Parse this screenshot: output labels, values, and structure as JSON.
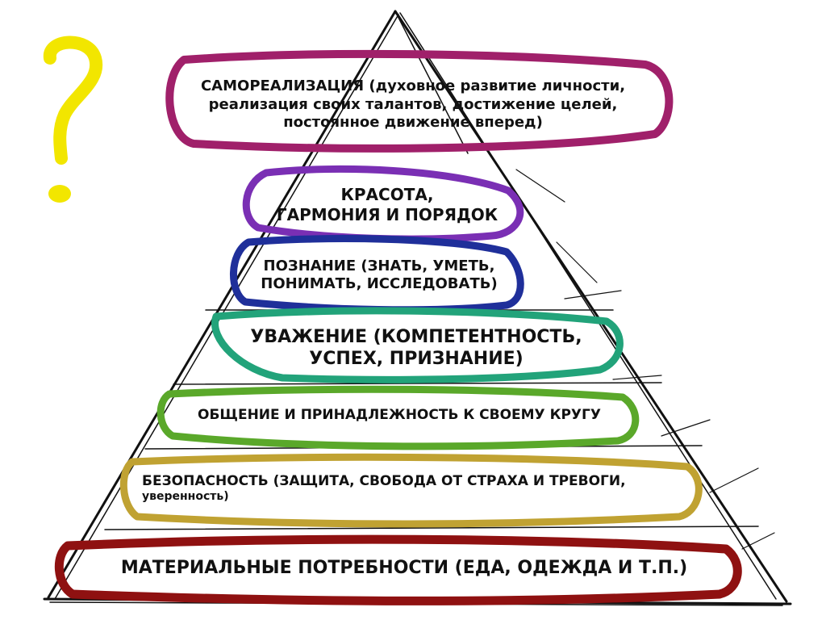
{
  "colors": {
    "outline": "#111111",
    "tier_7": "#a0206a",
    "tier_6": "#7a2fb4",
    "tier_5": "#1f2f9a",
    "tier_4": "#22a37a",
    "tier_3": "#5aa82a",
    "tier_2": "#c0a232",
    "tier_1": "#8f1111",
    "question_mark": "#f2e600"
  },
  "decorations": {
    "question_icon": "question-mark-icon"
  },
  "tiers": [
    {
      "id": "self-actualization",
      "color_key": "tier_7",
      "lines": [
        "САМОРЕАЛИЗАЦИЯ (духовное развитие личности,",
        "реализация своих талантов, достижение целей,",
        "постоянное движение вперед)"
      ]
    },
    {
      "id": "beauty",
      "color_key": "tier_6",
      "lines": [
        "КРАСОТА,",
        "ГАРМОНИЯ И ПОРЯДОК"
      ]
    },
    {
      "id": "cognition",
      "color_key": "tier_5",
      "lines": [
        "ПОЗНАНИЕ (ЗНАТЬ, УМЕТЬ,",
        "ПОНИМАТЬ, ИССЛЕДОВАТЬ)"
      ]
    },
    {
      "id": "respect",
      "color_key": "tier_4",
      "lines": [
        "УВАЖЕНИЕ (КОМПЕТЕНТНОСТЬ,",
        "УСПЕХ, ПРИЗНАНИЕ)"
      ]
    },
    {
      "id": "belonging",
      "color_key": "tier_3",
      "lines": [
        "ОБЩЕНИЕ И ПРИНАДЛЕЖНОСТЬ К СВОЕМУ КРУГУ"
      ]
    },
    {
      "id": "safety",
      "color_key": "tier_2",
      "lines": [
        "БЕЗОПАСНОСТЬ (ЗАЩИТА, СВОБОДА ОТ СТРАХА И ТРЕВОГИ,",
        "уверенность)"
      ]
    },
    {
      "id": "material",
      "color_key": "tier_1",
      "lines": [
        "МАТЕРИАЛЬНЫЕ ПОТРЕБНОСТИ (ЕДА, ОДЕЖДА И Т.П.)"
      ]
    }
  ]
}
